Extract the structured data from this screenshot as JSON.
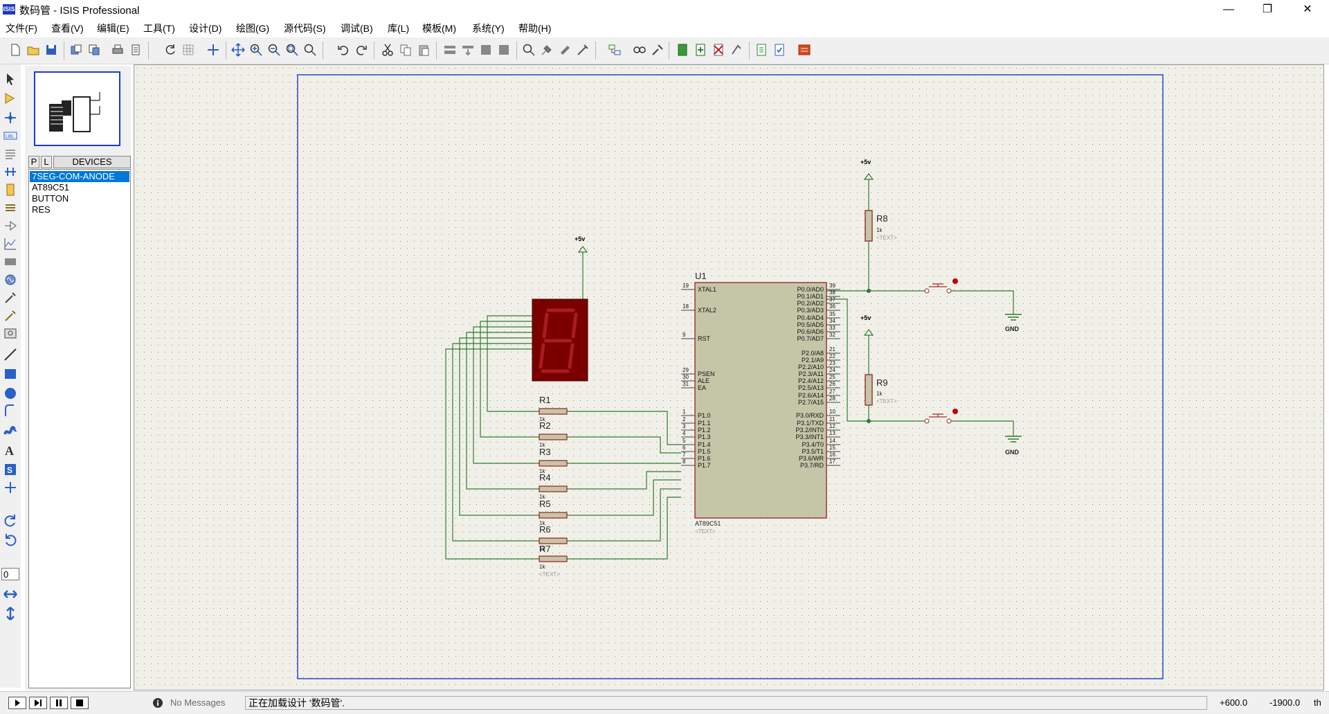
{
  "window": {
    "app_icon_text": "ISIS",
    "title": "数码管 - ISIS Professional",
    "minimize_glyph": "—",
    "maximize_glyph": "❐",
    "close_glyph": "✕"
  },
  "menu": [
    {
      "label": "文件(F)"
    },
    {
      "label": "查看(V)"
    },
    {
      "label": "编辑(E)"
    },
    {
      "label": "工具(T)"
    },
    {
      "label": "设计(D)"
    },
    {
      "label": "绘图(G)"
    },
    {
      "label": "源代码(S)"
    },
    {
      "label": "调试(B)"
    },
    {
      "label": "库(L)"
    },
    {
      "label": "模板(M)"
    },
    {
      "label": "系统(Y)"
    },
    {
      "label": "帮助(H)"
    }
  ],
  "side_panel": {
    "p_button": "P",
    "l_button": "L",
    "header": "DEVICES",
    "devices": [
      {
        "name": "7SEG-COM-ANODE",
        "selected": true
      },
      {
        "name": "AT89C51",
        "selected": false
      },
      {
        "name": "BUTTON",
        "selected": false
      },
      {
        "name": "RES",
        "selected": false
      }
    ]
  },
  "left_tools": {
    "rotation_value": "0",
    "icons": [
      "selection-icon",
      "component-icon",
      "junction-icon",
      "wire-label-icon",
      "text-script-icon",
      "bus-icon",
      "subcircuit-icon",
      "terminals-icon",
      "device-pin-icon",
      "graph-icon",
      "tape-recorder-icon",
      "generator-icon",
      "voltage-probe-icon",
      "current-probe-icon",
      "virtual-instrument-icon",
      "line-icon",
      "box-icon",
      "circle-icon",
      "arc-icon",
      "path-icon",
      "text-icon",
      "symbol-icon",
      "marker-icon"
    ]
  },
  "schematic": {
    "labels": {
      "u1": "U1",
      "u1_part": "AT89C51",
      "text_placeholder": "<TEXT>",
      "power": "+5v",
      "gnd": "GND",
      "res_value": "1k"
    },
    "resistors": [
      "R1",
      "R2",
      "R3",
      "R4",
      "R5",
      "R6",
      "R7",
      "R8",
      "R9"
    ],
    "left_pins": [
      {
        "num": "19",
        "name": "XTAL1"
      },
      {
        "num": "18",
        "name": "XTAL2"
      },
      {
        "num": "9",
        "name": "RST"
      },
      {
        "num": "29",
        "name": "PSEN"
      },
      {
        "num": "30",
        "name": "ALE"
      },
      {
        "num": "31",
        "name": "EA"
      },
      {
        "num": "1",
        "name": "P1.0"
      },
      {
        "num": "2",
        "name": "P1.1"
      },
      {
        "num": "3",
        "name": "P1.2"
      },
      {
        "num": "4",
        "name": "P1.3"
      },
      {
        "num": "5",
        "name": "P1.4"
      },
      {
        "num": "6",
        "name": "P1.5"
      },
      {
        "num": "7",
        "name": "P1.6"
      },
      {
        "num": "8",
        "name": "P1.7"
      }
    ],
    "right_pins": [
      {
        "num": "39",
        "name": "P0.0/AD0"
      },
      {
        "num": "38",
        "name": "P0.1/AD1"
      },
      {
        "num": "37",
        "name": "P0.2/AD2"
      },
      {
        "num": "36",
        "name": "P0.3/AD3"
      },
      {
        "num": "35",
        "name": "P0.4/AD4"
      },
      {
        "num": "34",
        "name": "P0.5/AD5"
      },
      {
        "num": "33",
        "name": "P0.6/AD6"
      },
      {
        "num": "32",
        "name": "P0.7/AD7"
      },
      {
        "num": "21",
        "name": "P2.0/A8"
      },
      {
        "num": "22",
        "name": "P2.1/A9"
      },
      {
        "num": "23",
        "name": "P2.2/A10"
      },
      {
        "num": "24",
        "name": "P2.3/A11"
      },
      {
        "num": "25",
        "name": "P2.4/A12"
      },
      {
        "num": "26",
        "name": "P2.5/A13"
      },
      {
        "num": "27",
        "name": "P2.6/A14"
      },
      {
        "num": "28",
        "name": "P2.7/A15"
      },
      {
        "num": "10",
        "name": "P3.0/RXD"
      },
      {
        "num": "11",
        "name": "P3.1/TXD"
      },
      {
        "num": "12",
        "name": "P3.2/INT0"
      },
      {
        "num": "13",
        "name": "P3.3/INT1"
      },
      {
        "num": "14",
        "name": "P3.4/T0"
      },
      {
        "num": "15",
        "name": "P3.5/T1"
      },
      {
        "num": "16",
        "name": "P3.6/WR"
      },
      {
        "num": "17",
        "name": "P3.7/RD"
      }
    ]
  },
  "status": {
    "messages": "No Messages",
    "status_text": "正在加载设计 '数码管'.",
    "coord_x": "+600.0",
    "coord_y": "-1900.0",
    "unit": "th"
  },
  "colors": {
    "wire": "#2f7a2f",
    "component_body": "#c5c5a8",
    "component_outline": "#9b2c2c",
    "display_bg": "#7a0000",
    "display_segment": "#9a1a1a",
    "sheet_border": "#1c38d8",
    "grid_dot": "#8a8a8a",
    "canvas_bg": "#f1f0e8",
    "selection": "#0078d7"
  }
}
